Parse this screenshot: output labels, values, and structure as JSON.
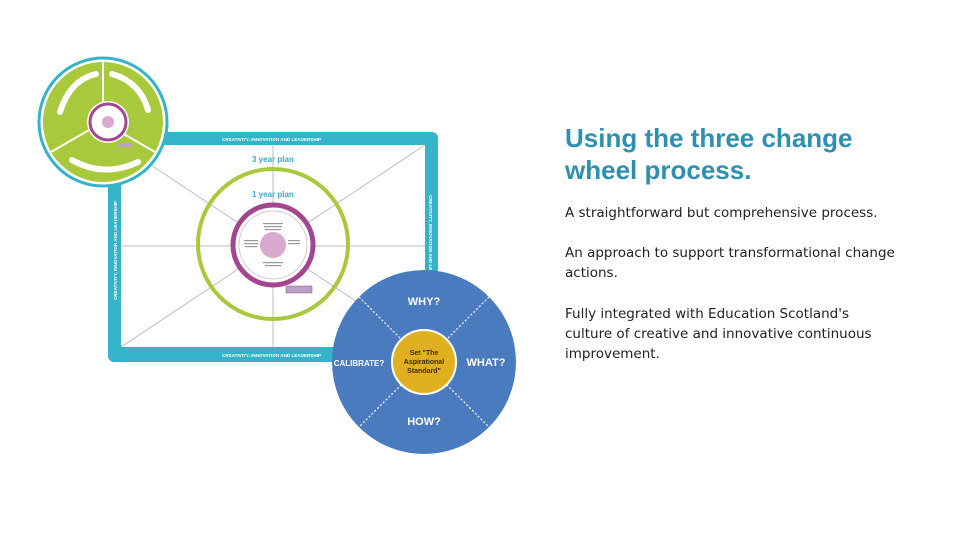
{
  "slide": {
    "title": "Using the three change wheel process.",
    "paragraphs": [
      "A straightforward but comprehensive process.",
      "An approach to support transformational change actions.",
      "Fully integrated with Education Scotland's culture of creative and innovative continuous improvement."
    ]
  },
  "diagram": {
    "frame_top_label": "CREATIVITY, INNOVATION AND LEADERSHIP",
    "frame_bottom_label": "CREATIVITY, INNOVATION AND LEADERSHIP",
    "frame_left_label": "CREATIVITY, INNOVATION AND LEADERSHIP",
    "frame_right_label": "CREATIVITY, INNOVATION AND LEADERSHIP",
    "plan_3_year": "3 year plan",
    "plan_1_year": "1 year plan",
    "blue_wheel": {
      "why": "WHY?",
      "what": "WHAT?",
      "how": "HOW?",
      "calibrate": "CALIBRATE?",
      "center_line1": "Set \"The",
      "center_line2": "Aspirational",
      "center_line3": "Standard\""
    },
    "colors": {
      "teal_frame": "#35b3c9",
      "lime": "#a9c93c",
      "magenta": "#a4458f",
      "blue_wheel": "#4a7bbf",
      "gold": "#e0b020",
      "title": "#2e8fb0"
    }
  }
}
